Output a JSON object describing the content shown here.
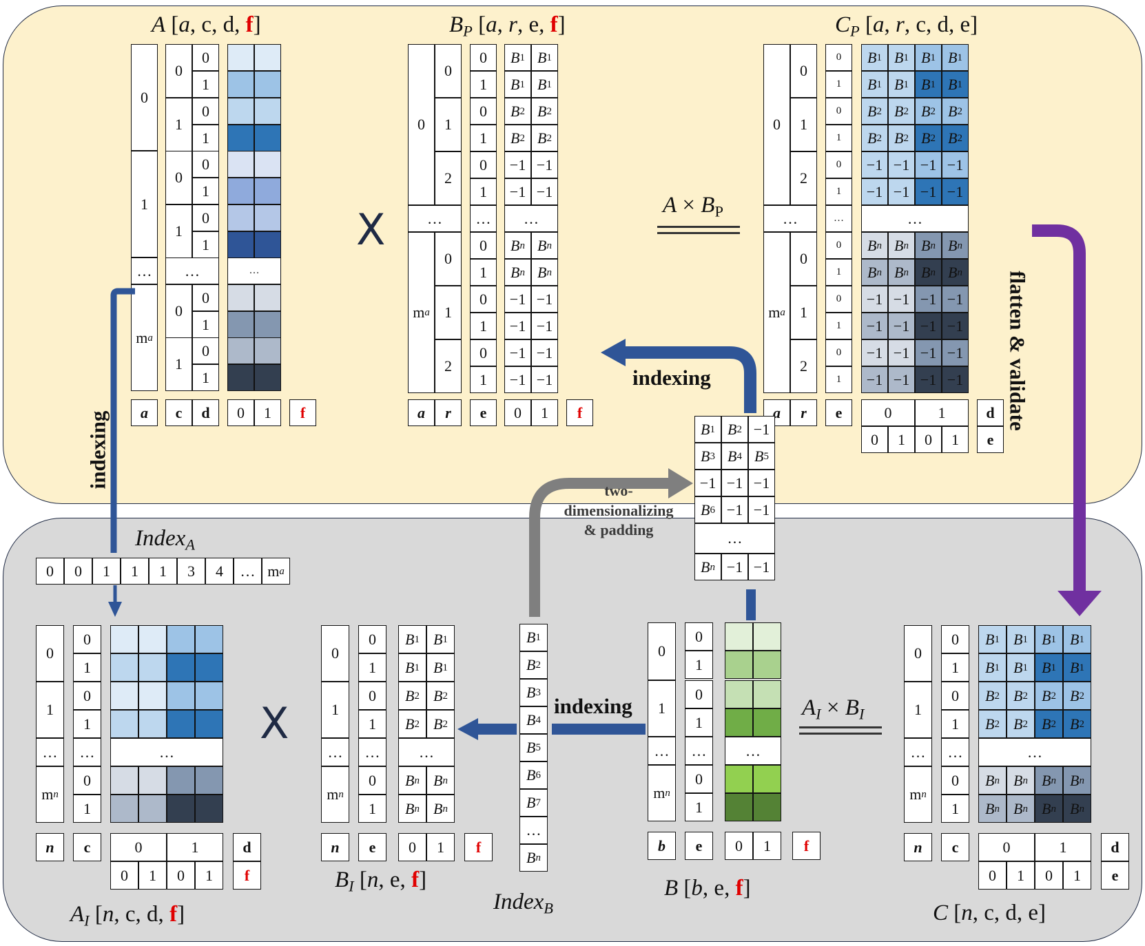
{
  "colors": {
    "panel_top": "#fdf1cc",
    "panel_bottom": "#d9d9d9",
    "arrow_blue": "#2f5597",
    "arrow_purple": "#7030a0",
    "arrow_gray": "#7f7f7f",
    "highlight_red": "#e00000"
  },
  "text": {
    "dots": "…",
    "ma": "m",
    "ma_sub": "a",
    "mn": "m",
    "mn_sub": "n",
    "times": "X",
    "neg": "−1",
    "axis_a": "a",
    "axis_c": "c",
    "axis_d": "d",
    "axis_e": "e",
    "axis_f": "f",
    "axis_r": "r",
    "axis_n": "n",
    "axis_b": "b",
    "label_indexing": "indexing",
    "label_flatten": "flatten & validate",
    "label_two_1": "two-",
    "label_two_2": "dimensionalizing",
    "label_two_3": "& padding"
  },
  "titles": {
    "A": {
      "name": "A",
      "open": " [",
      "v1": "a",
      "rest": ", c, d, ",
      "f": "f",
      "close": "]"
    },
    "BP": {
      "name": "B",
      "sub": "P",
      "open": " [",
      "v1": "a",
      "sep": ", ",
      "v2": "r",
      "rest": ", e, ",
      "f": "f",
      "close": "]"
    },
    "CP": {
      "name": "C",
      "sub": "P",
      "open": "  [",
      "v1": "a",
      "sep": ", ",
      "v2": "r",
      "rest": ", c, d, e]"
    },
    "AxBP": {
      "a": "A",
      "op": " × ",
      "b": "B",
      "sub": "P"
    },
    "IndexA": {
      "name": "Index",
      "sub": "A"
    },
    "IndexB": {
      "name": "Index",
      "sub": "B"
    },
    "AI": {
      "name": "A",
      "sub": "I",
      "open": " [",
      "v1": "n",
      "rest": ", c, d, ",
      "f": "f",
      "close": "]"
    },
    "BI": {
      "name": "B",
      "sub": "I",
      "open": " [",
      "v1": "n",
      "rest": ", e, ",
      "f": "f",
      "close": "]"
    },
    "B": {
      "name": "B",
      "open": " [",
      "v1": "b",
      "rest": ", e, ",
      "f": "f",
      "close": "]"
    },
    "AIxBI": {
      "a": "A",
      "asub": "I",
      "op": " × ",
      "b": "B",
      "bsub": "I"
    },
    "C": {
      "name": "C",
      "open": " [",
      "v1": "n",
      "rest": ", c, d, e]"
    }
  },
  "index_a": {
    "values": [
      "0",
      "0",
      "1",
      "1",
      "1",
      "3",
      "4",
      "…"
    ],
    "last": "m",
    "last_sub": "a"
  },
  "index_b": {
    "items": [
      "1",
      "2",
      "3",
      "4",
      "5",
      "6",
      "7"
    ],
    "last_sub": "n"
  },
  "b_symbol": "B",
  "b_grid": {
    "r1": [
      "1",
      "2"
    ],
    "r2": [
      "3",
      "4",
      "5"
    ],
    "r4": "6"
  },
  "header_01": [
    "0",
    "1"
  ],
  "header_0101": [
    "0",
    "1",
    "0",
    "1"
  ],
  "digits": [
    "0",
    "1",
    "2"
  ],
  "heat": {
    "A": [
      "#deebf7",
      "#deebf7",
      "#9dc3e6",
      "#9dc3e6",
      "#bdd7ee",
      "#bdd7ee",
      "#2e75b6",
      "#2e75b6",
      "#dae3f3",
      "#dae3f3",
      "#8faadc",
      "#8faadc",
      "#b4c7e7",
      "#b4c7e7",
      "#2f5597",
      "#2f5597",
      "#d6dce5",
      "#d6dce5",
      "#8497b0",
      "#8497b0",
      "#adb9ca",
      "#adb9ca",
      "#333f50",
      "#333f50"
    ],
    "B": [
      "#e2f0d9",
      "#e2f0d9",
      "#a9d18e",
      "#a9d18e",
      "#c5e0b4",
      "#c5e0b4",
      "#70ad47",
      "#70ad47",
      "#92d050",
      "#92d050",
      "#548235",
      "#548235"
    ]
  }
}
